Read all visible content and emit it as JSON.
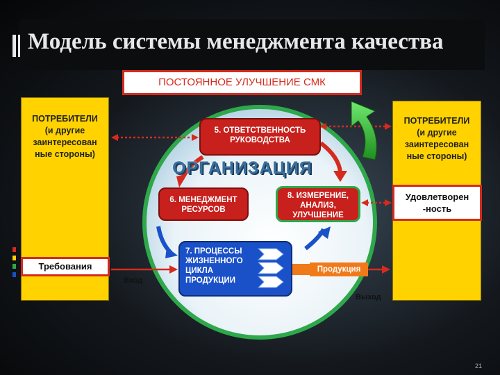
{
  "title": "Модель системы менеджмента качества",
  "banner": "ПОСТОЯННОЕ УЛУЧШЕНИЕ СМК",
  "left_panel": {
    "lines": [
      "ПОТРЕБИТЕЛИ",
      "(и другие",
      "заинтересован",
      "ные стороны)"
    ],
    "requirements": "Требования"
  },
  "right_panel": {
    "lines": [
      "ПОТРЕБИТЕЛИ",
      "(и другие",
      "заинтересован",
      "ные стороны)"
    ],
    "satisfaction": [
      "Удовлетворен",
      "-ность"
    ]
  },
  "organization": "ОРГАНИЗАЦИЯ",
  "nodes": {
    "n5": [
      "5. ОТВЕТСТВЕННОСТЬ",
      "РУКОВОДСТВА"
    ],
    "n6": [
      "6. МЕНЕДЖМЕНТ",
      "РЕСУРСОВ"
    ],
    "n7": [
      "7. ПРОЦЕССЫ",
      "ЖИЗНЕННОГО",
      "ЦИКЛА",
      "ПРОДУКЦИИ"
    ],
    "n8": [
      "8. ИЗМЕРЕНИЕ,",
      "АНАЛИЗ,",
      "УЛУЧШЕНИЕ"
    ]
  },
  "product": "Продукция",
  "input_label": "Вход",
  "output_label": "Выход",
  "page_number": "21",
  "colors": {
    "accent_red": "#d52b1e",
    "yellow": "#ffd200",
    "green_arrow": "#3ecf3e",
    "blue_node": "#1a50c8",
    "green_node_border": "#2ea84a",
    "orange_arrow": "#f07a1a"
  }
}
